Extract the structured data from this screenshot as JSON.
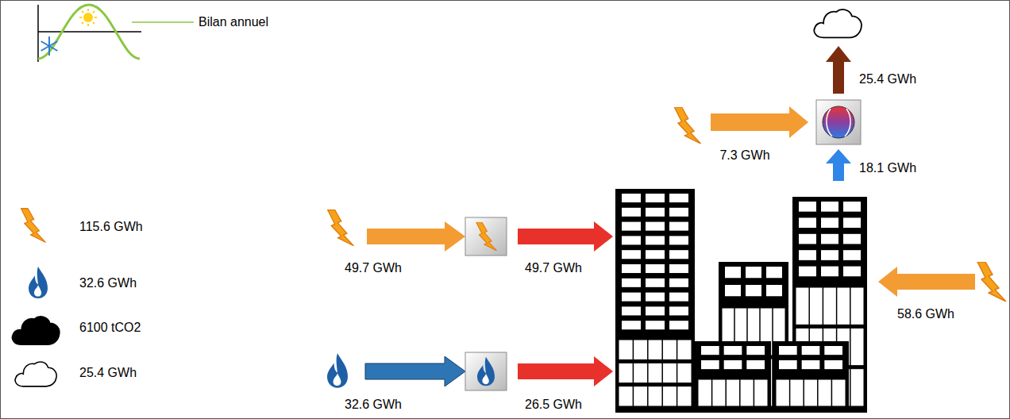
{
  "diagram": {
    "title": "Bilan annuel",
    "labels": [
      "25.4 GWh",
      "7.3 GWh",
      "18.1 GWh",
      "49.7 GWh",
      "49.7 GWh",
      "58.6 GWh",
      "32.6 GWh",
      "26.5 GWh"
    ],
    "legend": [
      {
        "text": "115.6 GWh"
      },
      {
        "text": "32.6 GWh"
      },
      {
        "text": "6100 tCO2"
      },
      {
        "text": "25.4 GWh"
      }
    ]
  }
}
